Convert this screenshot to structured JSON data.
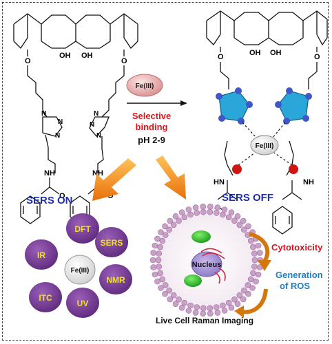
{
  "reagent": {
    "label": "Fe(III)"
  },
  "binding": {
    "line1": "Selective",
    "line2": "binding",
    "ph": "pH 2-9"
  },
  "states": {
    "on": "SERS ON",
    "off": "SERS OFF"
  },
  "complex_center": "Fe(III)",
  "structure_labels": {
    "oh": "OH",
    "nh": "NH",
    "hn": "HN",
    "o": "O",
    "n": "N"
  },
  "techniques": {
    "center": "Fe(III)",
    "ring": [
      "DFT",
      "SERS",
      "NMR",
      "UV",
      "ITC",
      "IR"
    ]
  },
  "cell": {
    "nucleus": "Nucleus",
    "cytotoxicity": "Cytotoxicity",
    "ros_line1": "Generation",
    "ros_line2": "of ROS",
    "caption": "Live Cell Raman  Imaging"
  },
  "colors": {
    "sers_blue": "#1f2fa8",
    "selective_red": "#e0161b",
    "cytotoxicity_red": "#d8131f",
    "ros_blue": "#1e7fc2",
    "technique_purple": "#7a3e9a",
    "technique_text": "#f2e21a",
    "arrow_orange": "#f08a10",
    "fe_pill": "#e7a9a9",
    "triazole_blue": "#2aa7d8"
  }
}
